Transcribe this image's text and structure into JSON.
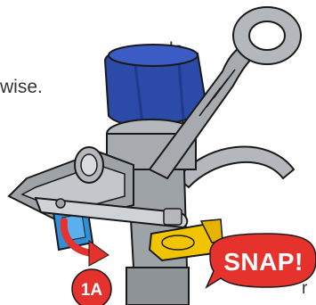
{
  "instructions": {
    "line1_fragment": "le",
    "line2_fragment": "wise.",
    "line3_fragment": "r"
  },
  "callouts": {
    "step_label": "1A",
    "snap_label": "SNAP!"
  },
  "colors": {
    "step_badge": "#e5322d",
    "snap_bubble": "#e5322d",
    "arrow": "#e5322d",
    "cap_blue": "#2c4aa8",
    "nozzle_blue": "#2f8fd8",
    "clip_yellow": "#f2c400",
    "body_gray": "#9ea3a8",
    "outline": "#1a1a1a"
  },
  "icons": {
    "step_badge": "circle-badge",
    "snap_bubble": "speech-bubble",
    "rotation_arrow": "curved-arrow"
  }
}
